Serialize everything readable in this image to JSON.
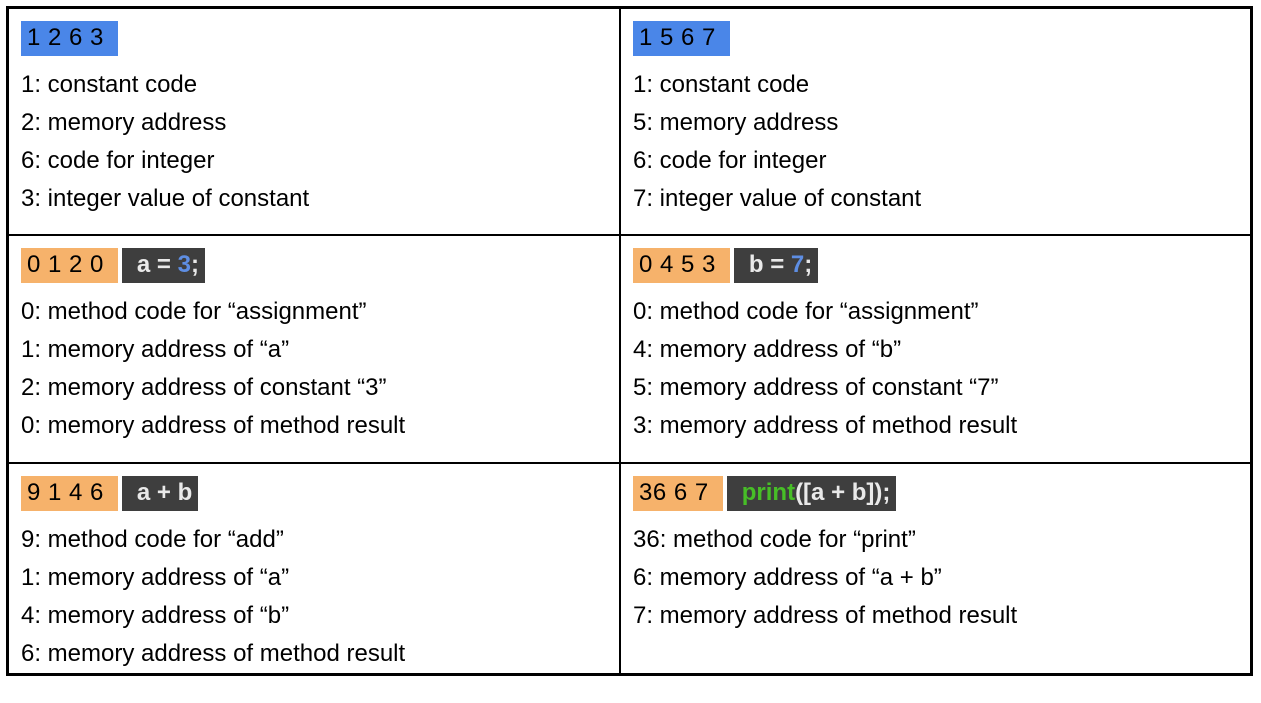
{
  "colors": {
    "blue_highlight": "#4A86E8",
    "orange_highlight": "#F6B26B",
    "code_background": "#3E3E3E",
    "code_text": "#E9E9E9",
    "code_number": "#5E8EE3",
    "code_function": "#47BE27",
    "border": "#000000",
    "text": "#000000"
  },
  "cells": [
    {
      "sequence": "1 2 6 3",
      "highlight": "blue",
      "lines": [
        "1: constant code",
        "2: memory address",
        "6: code for integer",
        "3: integer value of constant"
      ]
    },
    {
      "sequence": "1 5 6 7",
      "highlight": "blue",
      "lines": [
        "1: constant code",
        "5: memory address",
        "6: code for integer",
        "7: integer value of constant"
      ]
    },
    {
      "sequence": "0 1 2 0",
      "highlight": "orange",
      "code": [
        {
          "text": "a = ",
          "cls": "plain"
        },
        {
          "text": "3",
          "cls": "num"
        },
        {
          "text": ";",
          "cls": "plain"
        }
      ],
      "lines": [
        "0: method code for “assignment”",
        "1: memory address of “a”",
        "2: memory address of constant “3”",
        "0: memory address of method result"
      ]
    },
    {
      "sequence": "0 4 5 3",
      "highlight": "orange",
      "code": [
        {
          "text": "b = ",
          "cls": "plain"
        },
        {
          "text": "7",
          "cls": "num"
        },
        {
          "text": ";",
          "cls": "plain"
        }
      ],
      "lines": [
        "0: method code for “assignment”",
        "4: memory address of “b”",
        "5: memory address of constant “7”",
        "3: memory address of method result"
      ]
    },
    {
      "sequence": "9 1 4 6",
      "highlight": "orange",
      "code": [
        {
          "text": "a + b",
          "cls": "plain"
        }
      ],
      "lines": [
        "9: method code for “add”",
        "1: memory address of “a”",
        "4: memory address of “b”",
        "6: memory address of method result"
      ]
    },
    {
      "sequence": "36 6 7",
      "highlight": "orange",
      "code": [
        {
          "text": "print",
          "cls": "fn"
        },
        {
          "text": "([a + b]);",
          "cls": "plain"
        }
      ],
      "lines": [
        "36: method code for “print”",
        "6: memory address of “a + b”",
        "7: memory address of method result"
      ]
    }
  ]
}
